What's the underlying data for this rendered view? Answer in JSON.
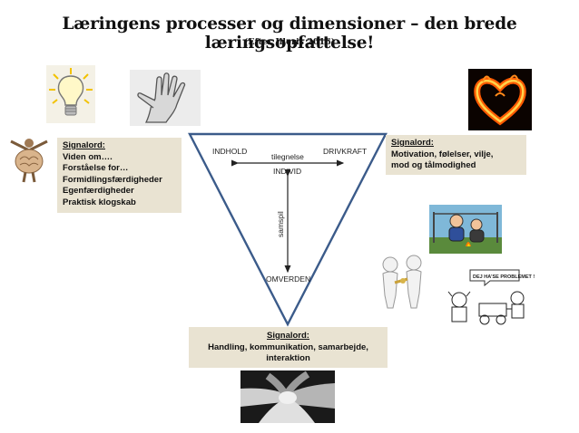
{
  "title": "Læringens processer og dimensioner – den brede læringsopfattelse!",
  "subtitle": "(Efter Illeris 2016)",
  "triangle": {
    "indhold": "INDHOLD",
    "drivkraft": "DRIVKRAFT",
    "tilegnelse": "tilegnelse",
    "individ": "INDIVID",
    "samspil": "samspil",
    "omverden": "OMVERDEN"
  },
  "left_box": {
    "heading": "Signalord:",
    "lines": [
      "Viden om….",
      "Forståelse for…",
      "Formidlingsfærdigheder",
      "Egenfærdigheder",
      "Praktisk klogskab"
    ]
  },
  "right_box": {
    "heading": "Signalord:",
    "lines": [
      "Motivation, følelser, vilje,",
      "mod og tålmodighed"
    ]
  },
  "bottom_box": {
    "heading": "Signalord:",
    "lines": [
      "Handling, kommunikation, samarbejde,",
      "interaktion"
    ]
  },
  "cartoon_caption": "DEJ HA'SE PROBLEMET !",
  "colors": {
    "triangle_stroke": "#3b5b8a",
    "box_fill": "#e9e3d2",
    "heart_fire": "#ff5a00"
  }
}
